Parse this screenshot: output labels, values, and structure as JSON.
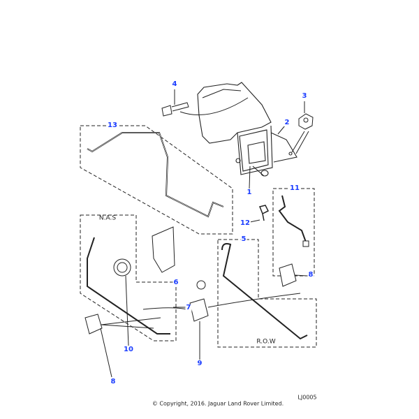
{
  "diagram": {
    "callouts": [
      "4",
      "3",
      "2",
      "13",
      "1",
      "11",
      "12",
      "7",
      "5",
      "8",
      "10",
      "6",
      "9",
      "8"
    ],
    "notes": {
      "nas": "N.A.S",
      "row": "R.O.W"
    },
    "illustration_id": "LJ0005",
    "copyright": "© Copyright, 2016. Jaguar Land Rover Limited.",
    "callout_color": "#1a3cff"
  }
}
